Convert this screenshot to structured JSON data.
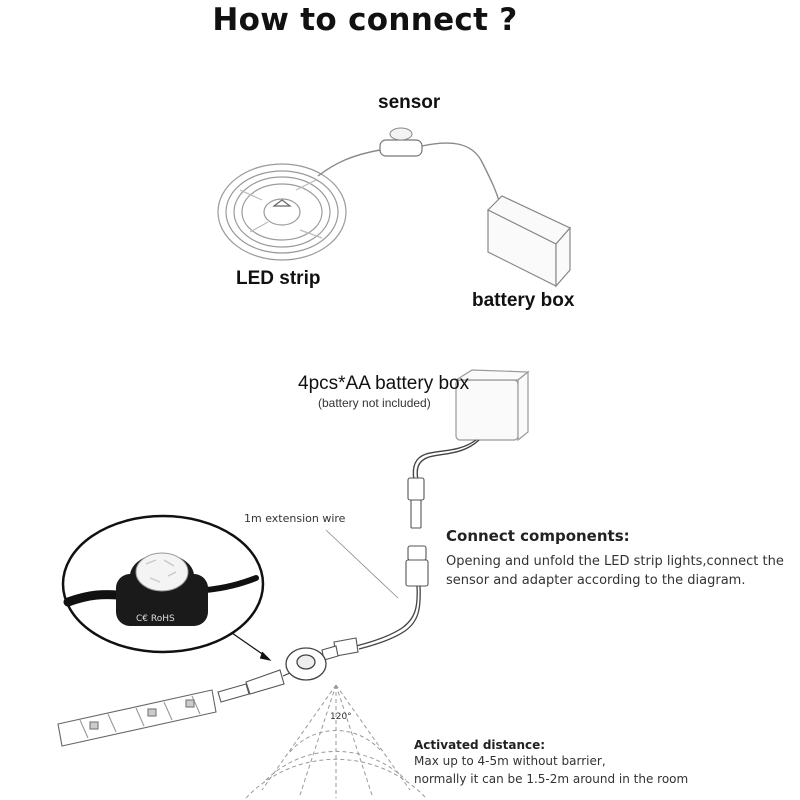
{
  "title": "How to connect ?",
  "top_diagram": {
    "sensor_label": "sensor",
    "led_strip_label": "LED strip",
    "battery_box_label": "battery box"
  },
  "bottom_diagram": {
    "battery_box_title": "4pcs*AA battery box",
    "battery_box_note": "(battery not included)",
    "extension_wire_label": "1m extension wire",
    "angle_label": "120°",
    "sensor_marking": "C€ RoHS"
  },
  "connect_section": {
    "heading": "Connect components:",
    "lines": [
      "Opening and unfold the LED strip lights,connect the",
      "sensor and adapter according to the diagram."
    ]
  },
  "distance_section": {
    "heading": "Activated distance:",
    "lines": [
      "Max up to 4-5m without barrier,",
      "normally it can be 1.5-2m around in the room"
    ]
  }
}
